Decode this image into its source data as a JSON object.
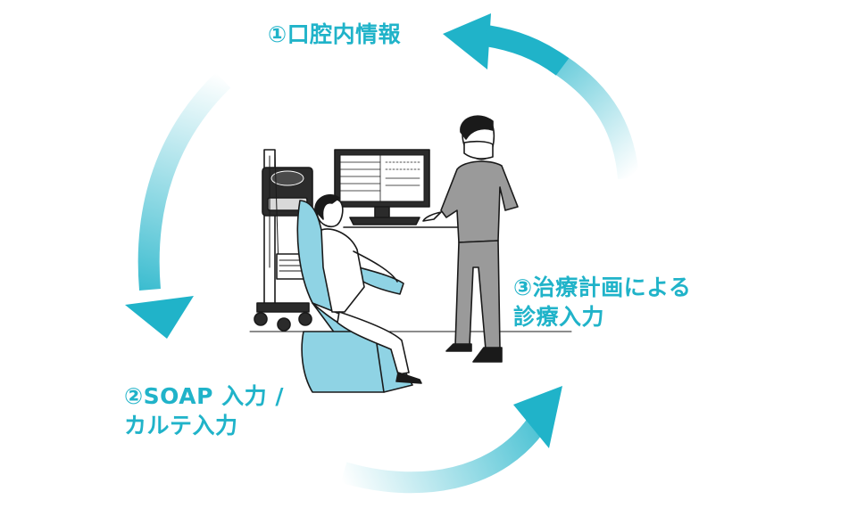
{
  "colors": {
    "accent": "#20b3c9",
    "arrow_fade": "#ffffff",
    "line": "#1a1a1a",
    "chair": "#8fd3e4",
    "scrubs": "#9a9a9a"
  },
  "steps": [
    {
      "lines": [
        "①口腔内情報"
      ]
    },
    {
      "lines": [
        "②SOAP 入力 /",
        "カルテ入力"
      ]
    },
    {
      "lines": [
        "③治療計画による",
        "診療入力"
      ]
    }
  ]
}
